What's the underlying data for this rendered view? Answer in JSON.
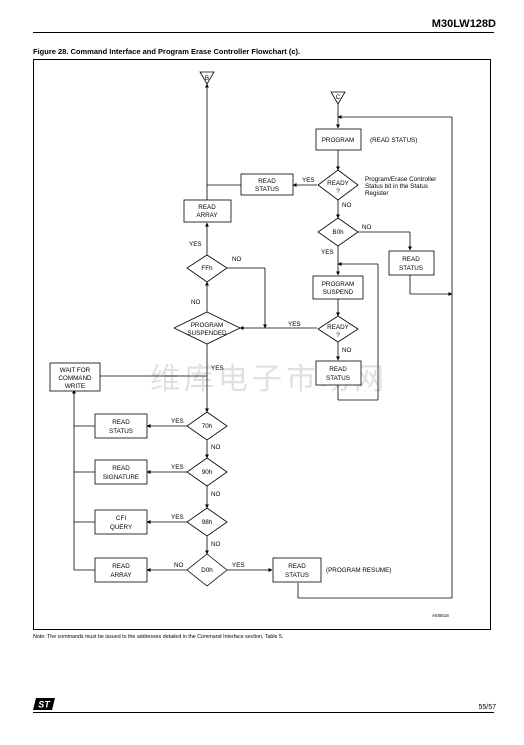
{
  "header": {
    "doc_id": "M30LW128D"
  },
  "figure": {
    "title": "Figure 28. Command Interface and Program Erase Controller Flowchart (c)."
  },
  "flowchart": {
    "connectors": {
      "top_left": "B",
      "top_right": "C"
    },
    "boxes": {
      "program": "PROGRAM",
      "read_status_top": [
        "READ",
        "STATUS"
      ],
      "read_array_top": [
        "READ",
        "ARRAY"
      ],
      "read_status_right": [
        "READ",
        "STATUS"
      ],
      "program_suspend": [
        "PROGRAM",
        "SUSPEND"
      ],
      "read_status_mid": [
        "READ",
        "STATUS"
      ],
      "wait_for_command_write": [
        "WAIT FOR",
        "COMMAND",
        "WRITE"
      ],
      "read_status_70": [
        "READ",
        "STATUS"
      ],
      "read_signature": [
        "READ",
        "SIGNATURE"
      ],
      "cfi_query": [
        "CFI",
        "QUERY"
      ],
      "read_array_bottom": [
        "READ",
        "ARRAY"
      ],
      "read_status_resume": [
        "READ",
        "STATUS"
      ]
    },
    "decisions": {
      "ready_top": [
        "READY",
        "?"
      ],
      "b0h": "B0h",
      "ffh": "FFh",
      "program_suspended": [
        "PROGRAM",
        "SUSPENDED"
      ],
      "ready_mid": [
        "READY",
        "?"
      ],
      "d70h": "70h",
      "d90h": "90h",
      "d98h": "98h",
      "d0h": "D0h"
    },
    "labels": {
      "yes": "YES",
      "no": "NO"
    },
    "annotations": {
      "read_status_note": "(READ STATUS)",
      "pec_note": [
        "Program/Erase Controller",
        "Status bit in the Status",
        "Register"
      ],
      "program_resume": "(PROGRAM RESUME)"
    },
    "figure_code": "AI00618"
  },
  "watermark": "维库电子市场网",
  "note": "Note: The commands must be issued to the addresses detailed in the Command Interface section, Table 5.",
  "footer": {
    "page": "55/57",
    "logo": "ST"
  }
}
